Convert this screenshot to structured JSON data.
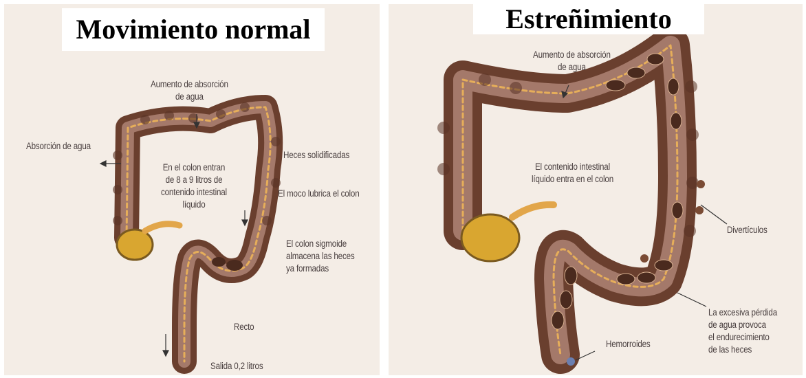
{
  "panels": {
    "normal": {
      "title": "Movimiento normal",
      "labels": {
        "water_absorption_increase": [
          "Aumento de absorción",
          "de agua"
        ],
        "water_absorption": "Absorción de agua",
        "solidified_feces": "Heces solidificadas",
        "colon_intake": [
          "En el colon entran",
          "de 8 a 9 litros de",
          "contenido intestinal",
          "líquido"
        ],
        "mucus": "El moco lubrica el colon",
        "sigmoid": [
          "El colon sigmoide",
          "almacena las heces",
          "ya formadas"
        ],
        "rectum": "Recto",
        "output": "Salida 0,2 litros"
      }
    },
    "constipation": {
      "title": "Estreñimiento",
      "labels": {
        "water_absorption_increase": [
          "Aumento de absorción",
          "de agua"
        ],
        "liquid_content": [
          "El contenido intestinal",
          "líquido entra en el colon"
        ],
        "diverticula": "Divertículos",
        "hemorrhoids": "Hemorroides",
        "water_loss": [
          "La excesiva pérdida",
          "de agua provoca",
          "el endurecimiento",
          "de las heces"
        ]
      }
    }
  },
  "colors": {
    "background": "#f4ede6",
    "colon_outer": "#6a3f2e",
    "colon_inner": "#a4796a",
    "colon_lining": "#e6ae5a",
    "cecum": "#d9a630",
    "label_text": "#4a4040"
  }
}
